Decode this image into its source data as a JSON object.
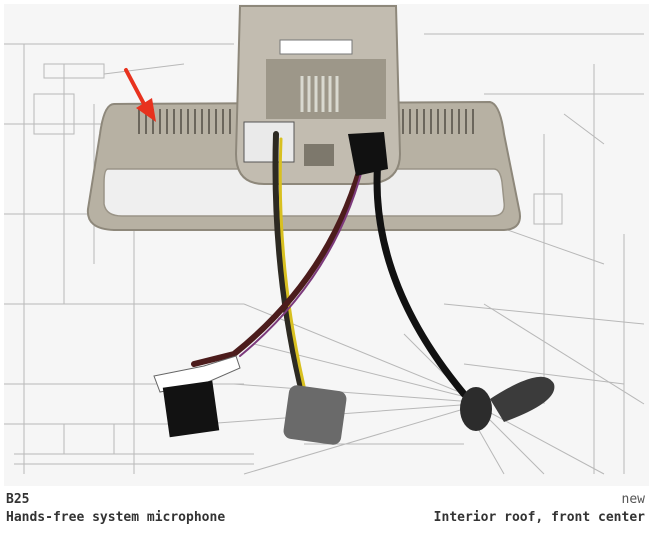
{
  "caption": {
    "code": "B25",
    "title": "Hands-free system microphone",
    "status": "new",
    "location": "Interior roof, front center"
  },
  "colors": {
    "annotation_arrow": "#e8321e",
    "mirror_housing": "#b7b1a3",
    "blueprint_lines": "#b8b8b8"
  }
}
